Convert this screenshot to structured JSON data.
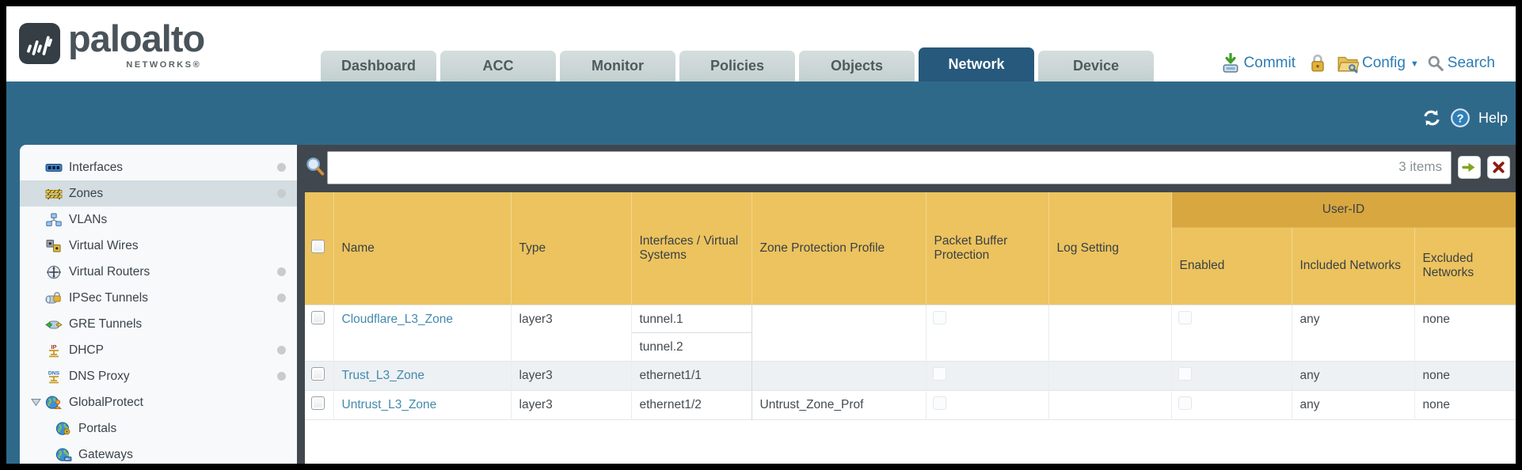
{
  "header": {
    "brand": "paloalto",
    "brand_sub": "NETWORKS®",
    "tabs": [
      {
        "label": "Dashboard",
        "active": false
      },
      {
        "label": "ACC",
        "active": false
      },
      {
        "label": "Monitor",
        "active": false
      },
      {
        "label": "Policies",
        "active": false
      },
      {
        "label": "Objects",
        "active": false
      },
      {
        "label": "Network",
        "active": true
      },
      {
        "label": "Device",
        "active": false
      }
    ],
    "actions": {
      "commit_label": "Commit",
      "config_label": "Config",
      "search_label": "Search"
    }
  },
  "band": {
    "help_label": "Help"
  },
  "sidebar": {
    "items": [
      {
        "label": "Interfaces",
        "icon": "interfaces-icon",
        "dot": true,
        "selected": false,
        "indent": 0,
        "expander": false
      },
      {
        "label": "Zones",
        "icon": "zones-icon",
        "dot": true,
        "selected": true,
        "indent": 0,
        "expander": false
      },
      {
        "label": "VLANs",
        "icon": "vlans-icon",
        "dot": false,
        "selected": false,
        "indent": 0,
        "expander": false
      },
      {
        "label": "Virtual Wires",
        "icon": "virtual-wires-icon",
        "dot": false,
        "selected": false,
        "indent": 0,
        "expander": false
      },
      {
        "label": "Virtual Routers",
        "icon": "virtual-routers-icon",
        "dot": true,
        "selected": false,
        "indent": 0,
        "expander": false
      },
      {
        "label": "IPSec Tunnels",
        "icon": "ipsec-tunnels-icon",
        "dot": true,
        "selected": false,
        "indent": 0,
        "expander": false
      },
      {
        "label": "GRE Tunnels",
        "icon": "gre-tunnels-icon",
        "dot": false,
        "selected": false,
        "indent": 0,
        "expander": false
      },
      {
        "label": "DHCP",
        "icon": "dhcp-icon",
        "dot": true,
        "selected": false,
        "indent": 0,
        "expander": false
      },
      {
        "label": "DNS Proxy",
        "icon": "dns-proxy-icon",
        "dot": true,
        "selected": false,
        "indent": 0,
        "expander": false
      },
      {
        "label": "GlobalProtect",
        "icon": "globalprotect-icon",
        "dot": false,
        "selected": false,
        "indent": 0,
        "expander": true
      },
      {
        "label": "Portals",
        "icon": "portals-icon",
        "dot": false,
        "selected": false,
        "indent": 1,
        "expander": false
      },
      {
        "label": "Gateways",
        "icon": "gateways-icon",
        "dot": false,
        "selected": false,
        "indent": 1,
        "expander": false
      }
    ]
  },
  "search": {
    "value": "",
    "count_label": "3 items"
  },
  "table": {
    "group_header": "User-ID",
    "columns": [
      "Name",
      "Type",
      "Interfaces / Virtual Systems",
      "Zone Protection Profile",
      "Packet Buffer Protection",
      "Log Setting",
      "Enabled",
      "Included Networks",
      "Excluded Networks"
    ],
    "rows": [
      {
        "name": "Cloudflare_L3_Zone",
        "type": "layer3",
        "interfaces": [
          "tunnel.1",
          "tunnel.2"
        ],
        "zone_protection_profile": "",
        "packet_buffer_protection": false,
        "log_setting": "",
        "user_id_enabled": false,
        "included_networks": "any",
        "excluded_networks": "none"
      },
      {
        "name": "Trust_L3_Zone",
        "type": "layer3",
        "interfaces": [
          "ethernet1/1"
        ],
        "zone_protection_profile": "",
        "packet_buffer_protection": false,
        "log_setting": "",
        "user_id_enabled": false,
        "included_networks": "any",
        "excluded_networks": "none"
      },
      {
        "name": "Untrust_L3_Zone",
        "type": "layer3",
        "interfaces": [
          "ethernet1/2"
        ],
        "zone_protection_profile": "Untrust_Zone_Prof",
        "packet_buffer_protection": false,
        "log_setting": "",
        "user_id_enabled": false,
        "included_networks": "any",
        "excluded_networks": "none"
      }
    ]
  },
  "colors": {
    "nav_teal": "#2f698a",
    "active_tab_teal": "#27597c",
    "table_header_amber": "#ecc35e",
    "group_header_amber": "#d8a740",
    "link_blue": "#4489ae",
    "action_blue": "#2d7cb4"
  }
}
